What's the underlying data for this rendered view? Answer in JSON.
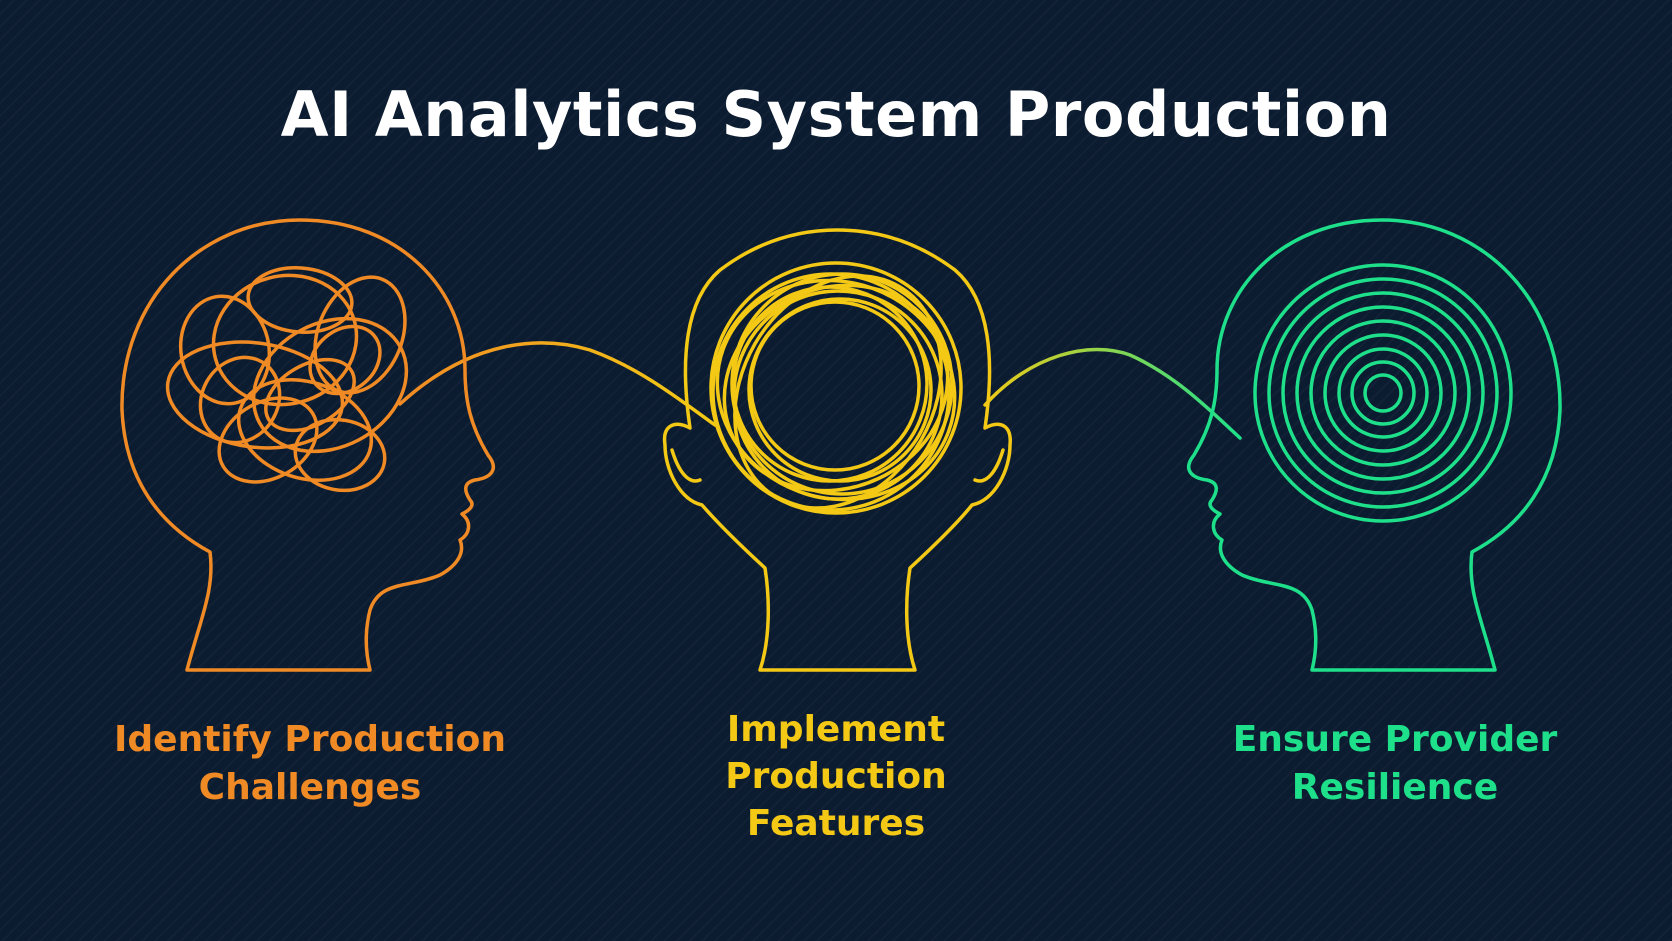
{
  "title": "AI Analytics System Production",
  "colors": {
    "background": "#0c1c30",
    "title": "#ffffff",
    "stage1": "#f08a24",
    "stage2": "#f3c915",
    "stage3": "#1fe08a"
  },
  "stages": [
    {
      "label_lines": [
        "Identify Production",
        "Challenges"
      ],
      "icon": "head-profile-right-tangled-scribble-icon",
      "color": "#f08a24"
    },
    {
      "label_lines": [
        "Implement",
        "Production",
        "Features"
      ],
      "icon": "head-front-circular-loops-icon",
      "color": "#f3c915"
    },
    {
      "label_lines": [
        "Ensure Provider",
        "Resilience"
      ],
      "icon": "head-profile-left-concentric-spiral-icon",
      "color": "#1fe08a"
    }
  ]
}
